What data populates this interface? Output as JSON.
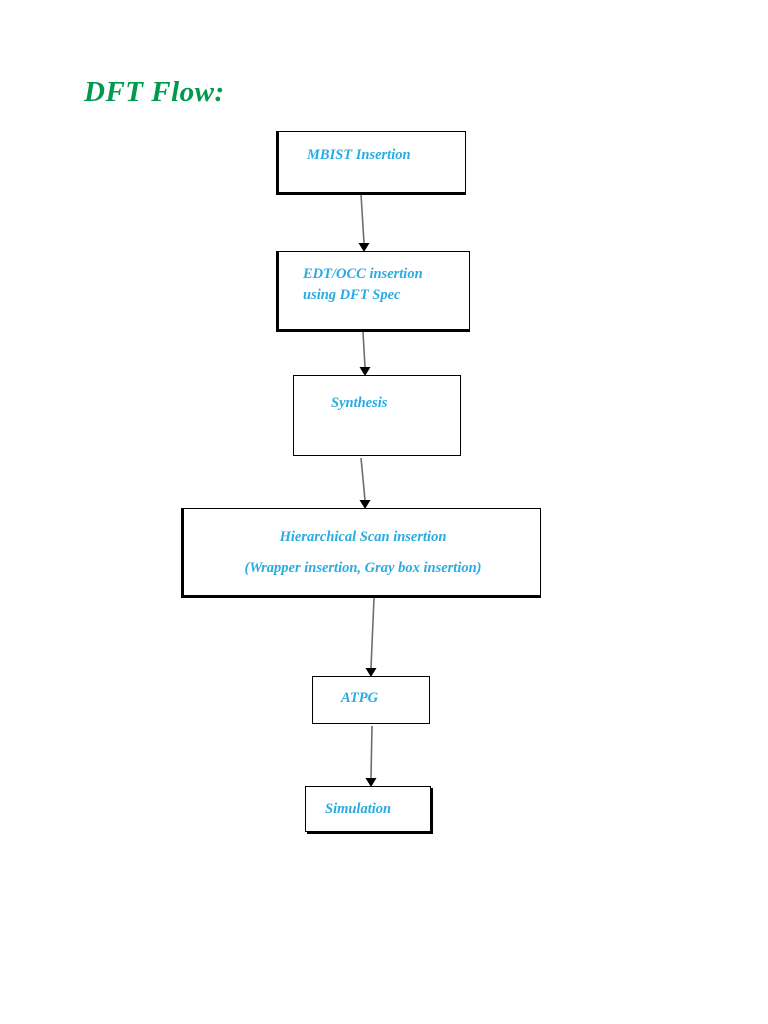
{
  "page": {
    "title": "DFT Flow:",
    "background_color": "#ffffff",
    "title_color": "#009a4e",
    "node_text_color": "#29abe2",
    "border_color": "#000000",
    "connector_color": "#6e6e6e"
  },
  "chart_data": {
    "type": "diagram",
    "diagram_kind": "flowchart",
    "title": "DFT Flow:",
    "orientation": "top-to-bottom",
    "nodes": [
      {
        "id": "mbist",
        "label": "MBIST Insertion",
        "shape": "rectangle",
        "style": "thick-shadow"
      },
      {
        "id": "edtocc",
        "label": "EDT/OCC insertion\nusing DFT Spec",
        "shape": "rectangle",
        "style": "thick-shadow"
      },
      {
        "id": "synthesis",
        "label": "Synthesis",
        "shape": "rectangle",
        "style": "thin"
      },
      {
        "id": "hier",
        "label": "Hierarchical Scan insertion\n(Wrapper insertion, Gray box insertion)",
        "shape": "rectangle",
        "style": "thick-shadow"
      },
      {
        "id": "atpg",
        "label": "ATPG",
        "shape": "rectangle",
        "style": "thin"
      },
      {
        "id": "sim",
        "label": "Simulation",
        "shape": "rectangle",
        "style": "thin-shadow"
      }
    ],
    "edges": [
      {
        "from": "mbist",
        "to": "edtocc",
        "label": "",
        "arrow": "down"
      },
      {
        "from": "edtocc",
        "to": "synthesis",
        "label": "",
        "arrow": "down"
      },
      {
        "from": "synthesis",
        "to": "hier",
        "label": "",
        "arrow": "down"
      },
      {
        "from": "hier",
        "to": "atpg",
        "label": "",
        "arrow": "down"
      },
      {
        "from": "atpg",
        "to": "sim",
        "label": "",
        "arrow": "down"
      }
    ]
  },
  "nodes": {
    "mbist": {
      "label": "MBIST Insertion"
    },
    "edtocc": {
      "label": "EDT/OCC insertion\nusing DFT Spec"
    },
    "synthesis": {
      "label": "Synthesis"
    },
    "hier": {
      "label": "Hierarchical Scan insertion\n(Wrapper insertion, Gray box insertion)"
    },
    "atpg": {
      "label": "ATPG"
    },
    "sim": {
      "label": "Simulation"
    }
  }
}
